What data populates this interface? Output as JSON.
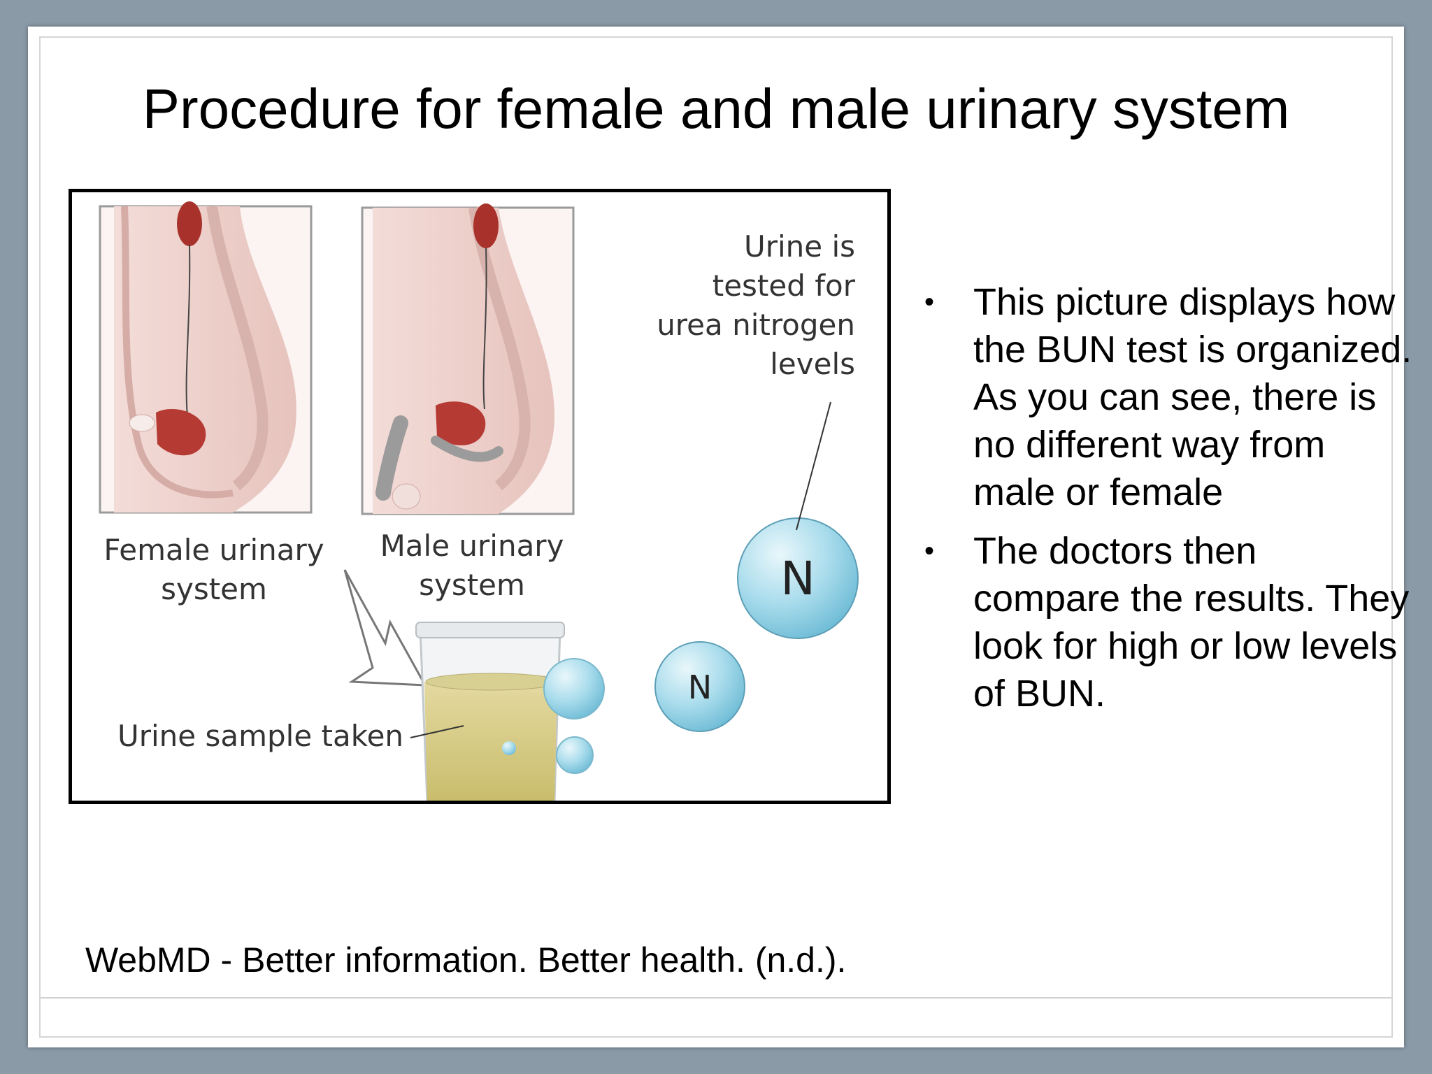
{
  "slide": {
    "title": "Procedure for female and male urinary system",
    "citation": "WebMD - Better information. Better health. (n.d.)."
  },
  "figure": {
    "label_female": "Female urinary\nsystem",
    "label_male": "Male urinary\nsystem",
    "label_tested": "Urine is\ntested for\nurea nitrogen\nlevels",
    "label_sample": "Urine sample taken",
    "atom_large": "N",
    "atom_small": "N"
  },
  "bullets": [
    "This picture displays how the BUN test is organized. As you can see, there is no different way  from male or female",
    "The doctors then compare the results. They look for high or low levels of BUN."
  ]
}
